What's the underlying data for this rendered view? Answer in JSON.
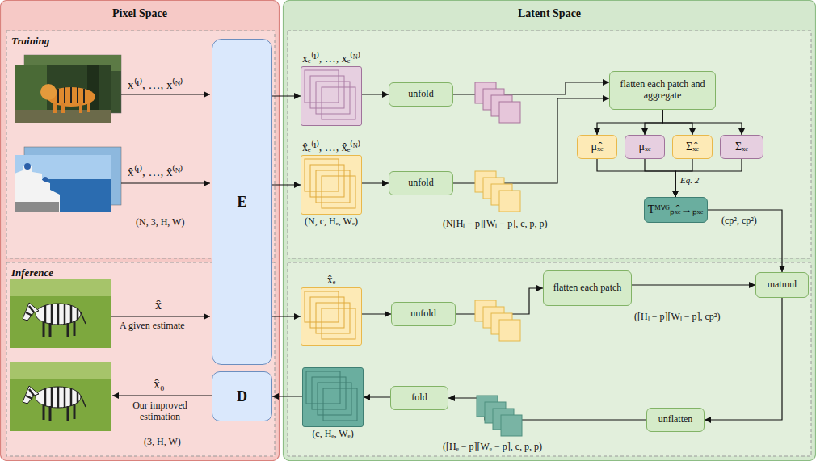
{
  "diagram": {
    "nodes": [
      {
        "text": [
          "Pixel Space"
        ]
      },
      {
        "text": [
          "Latent Space"
        ]
      },
      {
        "text": [
          "E"
        ],
        "in": 0
      },
      {
        "text": [
          "D"
        ],
        "in": 0
      },
      {
        "text": [
          "xₑ⁽¹⁾, …, xₑ⁽ᴺ⁾"
        ],
        "in": 1
      },
      {
        "text": [
          "unfold"
        ],
        "in": 1
      },
      {
        "text": [
          "x̂ₑ⁽¹⁾, …, x̂ₑ⁽ᴺ⁾",
          "(N, c, Hₑ, Wₑ)"
        ],
        "in": 1
      },
      {
        "text": [
          "unfold"
        ],
        "in": 1
      },
      {
        "text": [
          "flatten each patch and aggregate"
        ],
        "in": 1
      },
      {
        "text": [
          "μₓ̂ₑ"
        ],
        "in": 1
      },
      {
        "text": [
          "μₓₑ"
        ],
        "in": 1
      },
      {
        "text": [
          "Σₓ̂ₑ"
        ],
        "in": 1
      },
      {
        "text": [
          "Σₓₑ"
        ],
        "in": 1
      },
      {
        "text": [
          "Tᴹⱽᴳₚₓ̂ₑ→ₚₓₑ"
        ],
        "in": 1
      },
      {
        "text": [
          "x̂ₑ"
        ],
        "in": 1
      },
      {
        "text": [
          "unfold"
        ],
        "in": 1
      },
      {
        "text": [
          "flatten each patch"
        ],
        "in": 1
      },
      {
        "text": [
          "matmul"
        ],
        "in": 1
      },
      {
        "text": [
          "unflatten"
        ],
        "in": 1
      },
      {
        "text": [
          "fold"
        ],
        "in": 1
      },
      {
        "text": [
          "(c, Hₑ, Wₑ)"
        ],
        "in": 1
      }
    ],
    "edges": [
      {
        "from": 2,
        "to": 4,
        "arrow": "to"
      },
      {
        "from": 2,
        "to": 6,
        "arrow": "to"
      },
      {
        "from": 2,
        "to": 14,
        "arrow": "to"
      },
      {
        "from": 4,
        "to": 5,
        "arrow": "to"
      },
      {
        "from": 6,
        "to": 7,
        "arrow": "to"
      },
      {
        "from": 5,
        "to": 8,
        "arrow": "to"
      },
      {
        "from": 7,
        "to": 8,
        "arrow": "to"
      },
      {
        "from": 8,
        "to": 9,
        "arrow": "to"
      },
      {
        "from": 8,
        "to": 10,
        "arrow": "to"
      },
      {
        "from": 8,
        "to": 11,
        "arrow": "to"
      },
      {
        "from": 8,
        "to": 12,
        "arrow": "to"
      },
      {
        "from": 9,
        "to": 13,
        "arrow": "to"
      },
      {
        "from": 10,
        "to": 13,
        "arrow": "to"
      },
      {
        "from": 11,
        "to": 13,
        "arrow": "to"
      },
      {
        "from": 12,
        "to": 13,
        "arrow": "to"
      },
      {
        "from": 13,
        "to": 17,
        "arrow": "to"
      },
      {
        "from": 14,
        "to": 15,
        "arrow": "to"
      },
      {
        "from": 15,
        "to": 16,
        "arrow": "to"
      },
      {
        "from": 16,
        "to": 17,
        "arrow": "to"
      },
      {
        "from": 17,
        "to": 18,
        "arrow": "to"
      },
      {
        "from": 18,
        "to": 19,
        "arrow": "to"
      },
      {
        "from": 19,
        "to": 20,
        "arrow": "to"
      },
      {
        "from": 20,
        "to": 3,
        "arrow": "to"
      }
    ],
    "labels": [
      "Training",
      "x⁽¹⁾, …, x⁽ᴺ⁾",
      "x̂⁽¹⁾, …, x̂⁽ᴺ⁾",
      "(N, 3, H, W)",
      "(N[Hₗ − p][Wₗ − p], c, p, p)",
      "Eq. 2",
      "(cp², cp²)",
      "Inference",
      "x̂",
      "A given estimate",
      "x̂₀",
      "Our improved estimation",
      "(3, H, W)",
      "([Hₗ − p][Wₗ − p], cp²)",
      "([Hₑ − p][Wₑ − p], c, p, p)"
    ]
  }
}
